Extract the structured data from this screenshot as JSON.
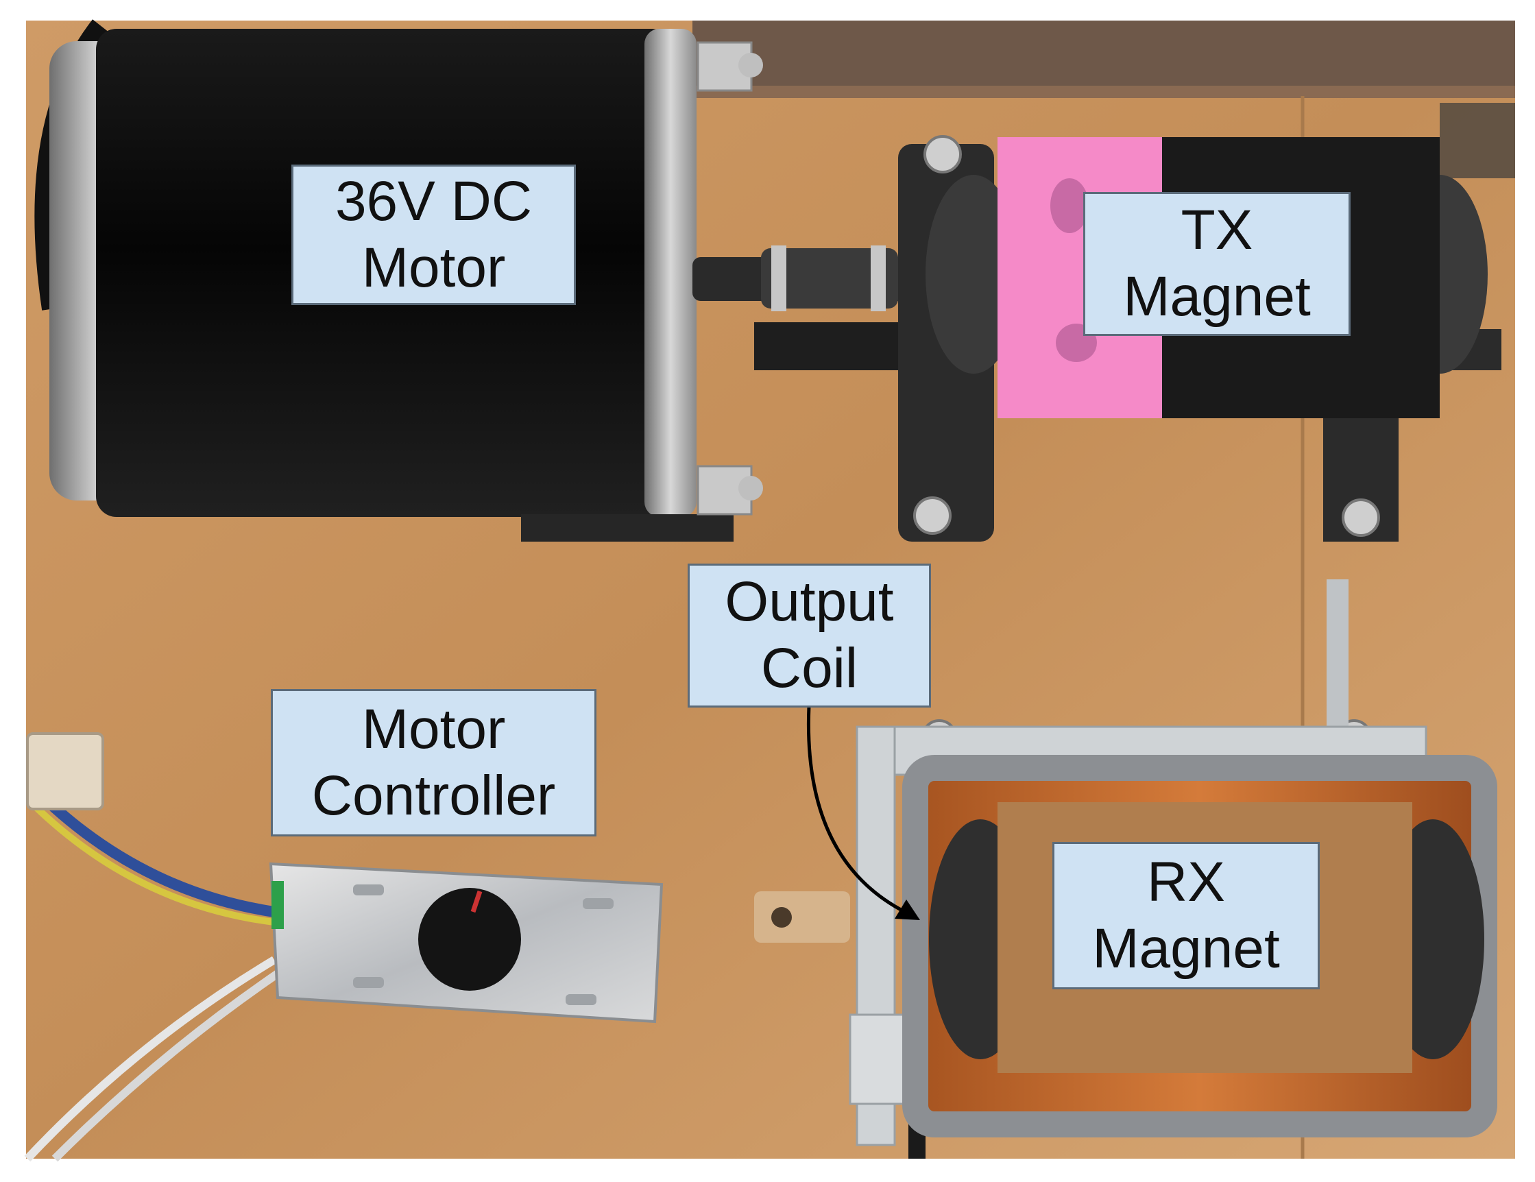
{
  "labels": {
    "motor": {
      "line1": "36V DC",
      "line2": "Motor"
    },
    "tx_magnet": {
      "line1": "TX",
      "line2": "Magnet"
    },
    "output_coil": {
      "line1": "Output",
      "line2": "Coil"
    },
    "controller": {
      "line1": "Motor",
      "line2": "Controller"
    },
    "rx_magnet": {
      "line1": "RX",
      "line2": "Magnet"
    }
  },
  "colors": {
    "label_fill": "#cfe2f3",
    "wood": "#c8935e",
    "motor_body": "#0d0d0d",
    "tx_pink": "#f58ac8",
    "rx_tan": "#b07e4e"
  }
}
